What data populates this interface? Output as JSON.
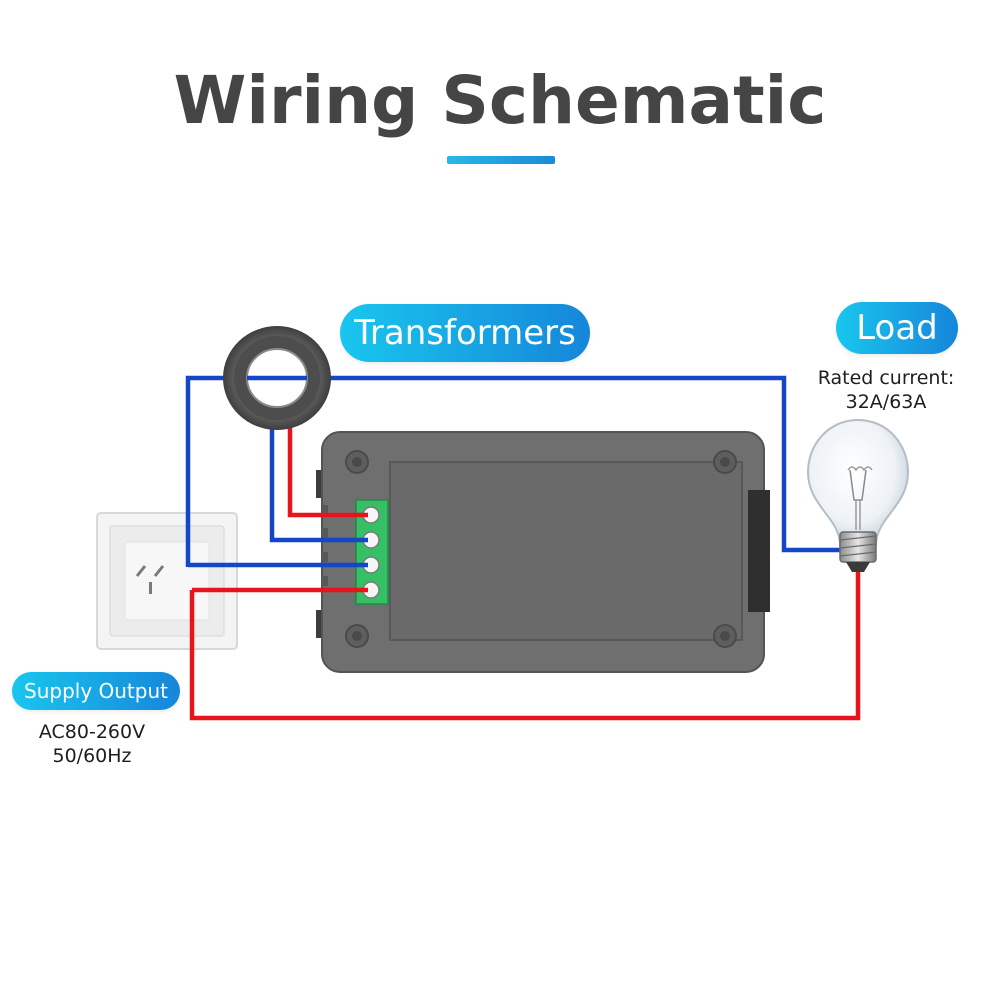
{
  "title": "Wiring Schematic",
  "labels": {
    "transformers": "Transformers",
    "load": "Load",
    "load_rated_line1": "Rated current:",
    "load_rated_line2": "32A/63A",
    "supply_output": "Supply Output",
    "supply_voltage": "AC80-260V",
    "supply_frequency": "50/60Hz"
  },
  "colors": {
    "title": "#454545",
    "accent": "#1a9be0",
    "live_wire": "#e8141c",
    "neutral_wire": "#1646c8",
    "device_body": "#6e6e6e",
    "terminal_block": "#39c46a"
  },
  "icons": [
    "current-transformer-icon",
    "wall-socket-icon",
    "light-bulb-icon",
    "power-meter-device-icon"
  ]
}
